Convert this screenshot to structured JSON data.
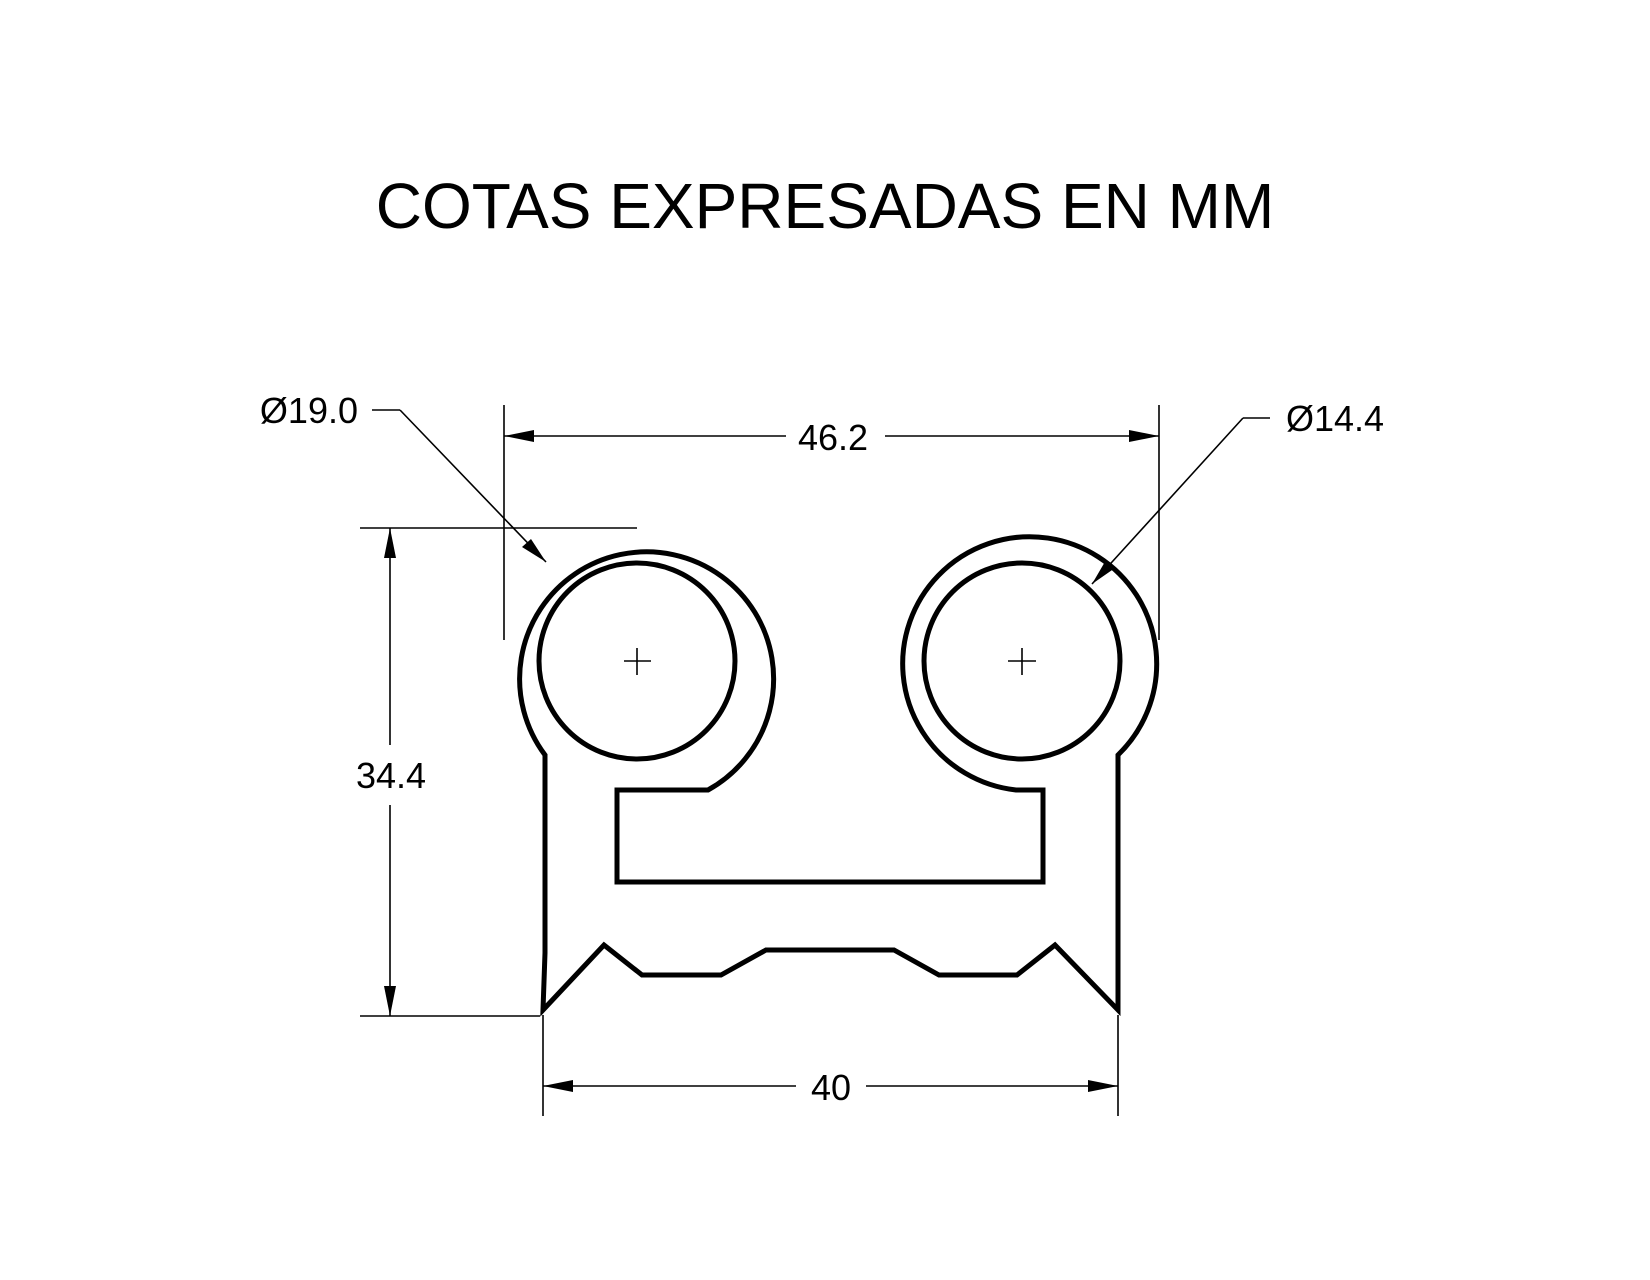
{
  "title": "COTAS EXPRESADAS EN MM",
  "dimensions": {
    "left_diameter": "Ø19.0",
    "top_width": "46.2",
    "right_diameter": "Ø14.4",
    "height": "34.4",
    "bottom_width": "40"
  },
  "colors": {
    "line": "#000000",
    "background": "#ffffff"
  }
}
